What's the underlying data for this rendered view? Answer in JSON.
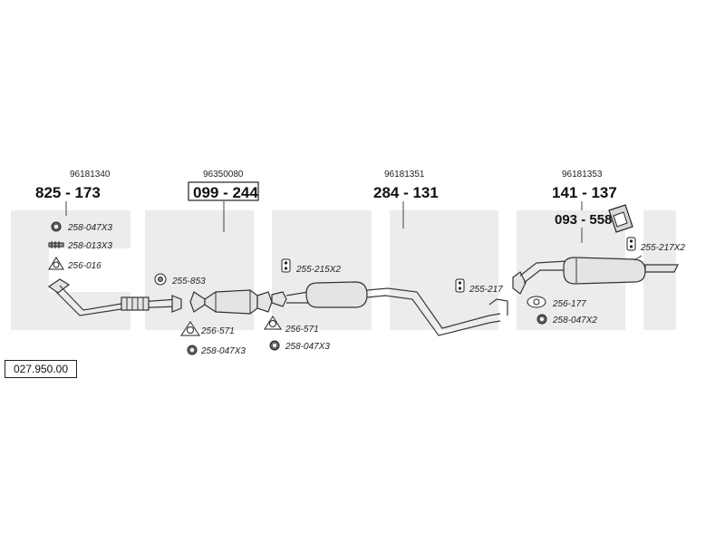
{
  "catalog_number": "027.950.00",
  "groups": [
    {
      "oem": "96181340",
      "part_number": "825 - 173",
      "accessories": [
        "258-047X3",
        "258-013X3",
        "256-016"
      ]
    },
    {
      "oem": "96350080",
      "part_number": "099 - 244",
      "accessories": [
        "255-853",
        "256-571",
        "258-047X3"
      ]
    },
    {
      "oem": "",
      "part_number": "",
      "accessories": [
        "255-215X2",
        "256-571",
        "258-047X3"
      ]
    },
    {
      "oem": "96181351",
      "part_number": "284 - 131",
      "accessories": [
        "255-217"
      ]
    },
    {
      "oem": "96181353",
      "part_number": "141 - 137",
      "secondary_part_number": "093 - 558",
      "accessories": [
        "255-217X2",
        "256-177",
        "258-047X2"
      ]
    }
  ],
  "icons": {
    "nut": "nut-icon",
    "clamp": "clamp-icon",
    "gasket": "gasket-icon",
    "hanger": "rubber-hanger-icon",
    "bracket": "mounting-bracket-icon",
    "spring": "spring-bolt-icon"
  }
}
